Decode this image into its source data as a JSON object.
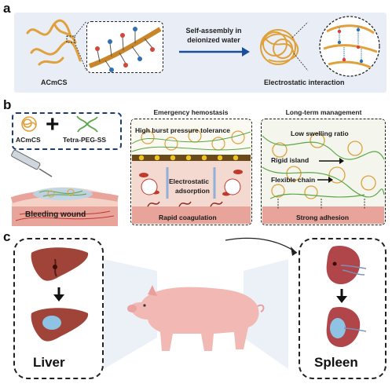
{
  "panel_a": {
    "letter": "a",
    "left_label": "ACmCS",
    "arrow_text_line1": "Self-assembly in",
    "arrow_text_line2": "deionized water",
    "right_label": "Electrostatic interaction"
  },
  "panel_b": {
    "letter": "b",
    "components": {
      "left": "ACmCS",
      "right": "Tetra-PEG-SS",
      "plus": "+"
    },
    "wound_label": "Bleeding wound",
    "middle": {
      "title": "Emergency hemostasis",
      "top_text": "High burst pressure tolerance",
      "center_line1": "Electrostatic",
      "center_line2": "adsorption",
      "bottom_text": "Rapid coagulation"
    },
    "right": {
      "title": "Long-term management",
      "top_text": "Low swelling ratio",
      "island_text": "Rigid island",
      "chain_text": "Flexible chain",
      "bottom_text": "Strong adhesion"
    }
  },
  "panel_c": {
    "letter": "c",
    "left_organ": "Liver",
    "right_organ": "Spleen"
  },
  "colors": {
    "panel_bg": "#e9eef6",
    "polymer": "#e0a13c",
    "blood": "#c0392b",
    "tissue": "#e8a49a",
    "liver": "#a0443a",
    "pig": "#f2b8b4",
    "gel_green": "#5aa648"
  }
}
